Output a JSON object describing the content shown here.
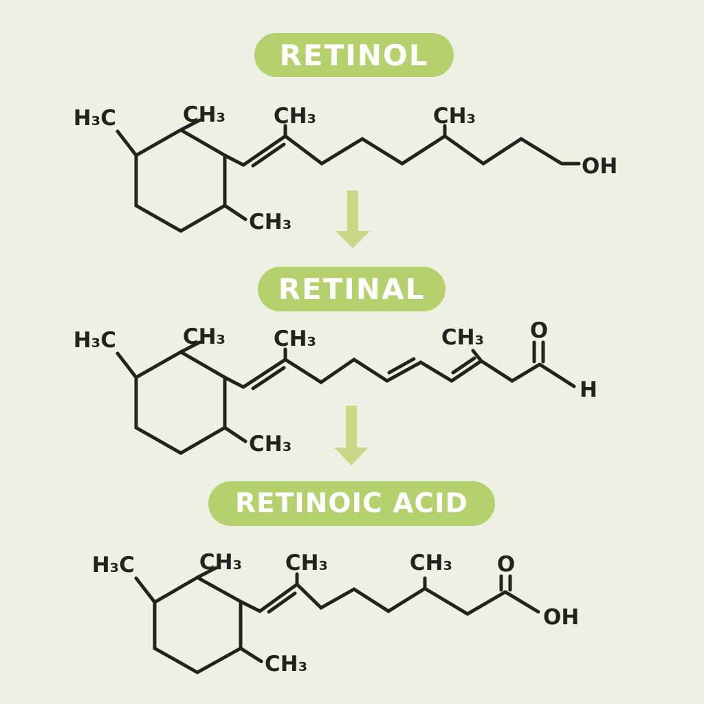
{
  "infographic": {
    "description": "Vitamin A conversion pathway diagram: retinol to retinal to retinoic acid",
    "colors": {
      "background": "#edf0e2",
      "pill_green": "#b5d16e",
      "arrow_green": "#c8d887",
      "bond_line": "#20241e",
      "pill_text": "#ffffff"
    }
  },
  "stages": [
    {
      "name": "RETINOL",
      "atoms": {
        "h3c": "H₃C",
        "ch3_ring_top": "CH₃",
        "ch3_ring_bottom": "CH₃",
        "ch3_chain_a": "CH₃",
        "ch3_chain_b": "CH₃",
        "hydroxyl": "OH"
      }
    },
    {
      "name": "RETINAL",
      "atoms": {
        "h3c": "H₃C",
        "ch3_ring_top": "CH₃",
        "ch3_ring_bottom": "CH₃",
        "ch3_chain_a": "CH₃",
        "ch3_chain_b": "CH₃",
        "oxygen": "O",
        "hydrogen": "H"
      }
    },
    {
      "name": "RETINOIC ACID",
      "atoms": {
        "h3c": "H₃C",
        "ch3_ring_top": "CH₃",
        "ch3_ring_bottom": "CH₃",
        "ch3_chain_a": "CH₃",
        "ch3_chain_b": "CH₃",
        "oxygen": "O",
        "hydroxyl": "OH"
      }
    }
  ]
}
